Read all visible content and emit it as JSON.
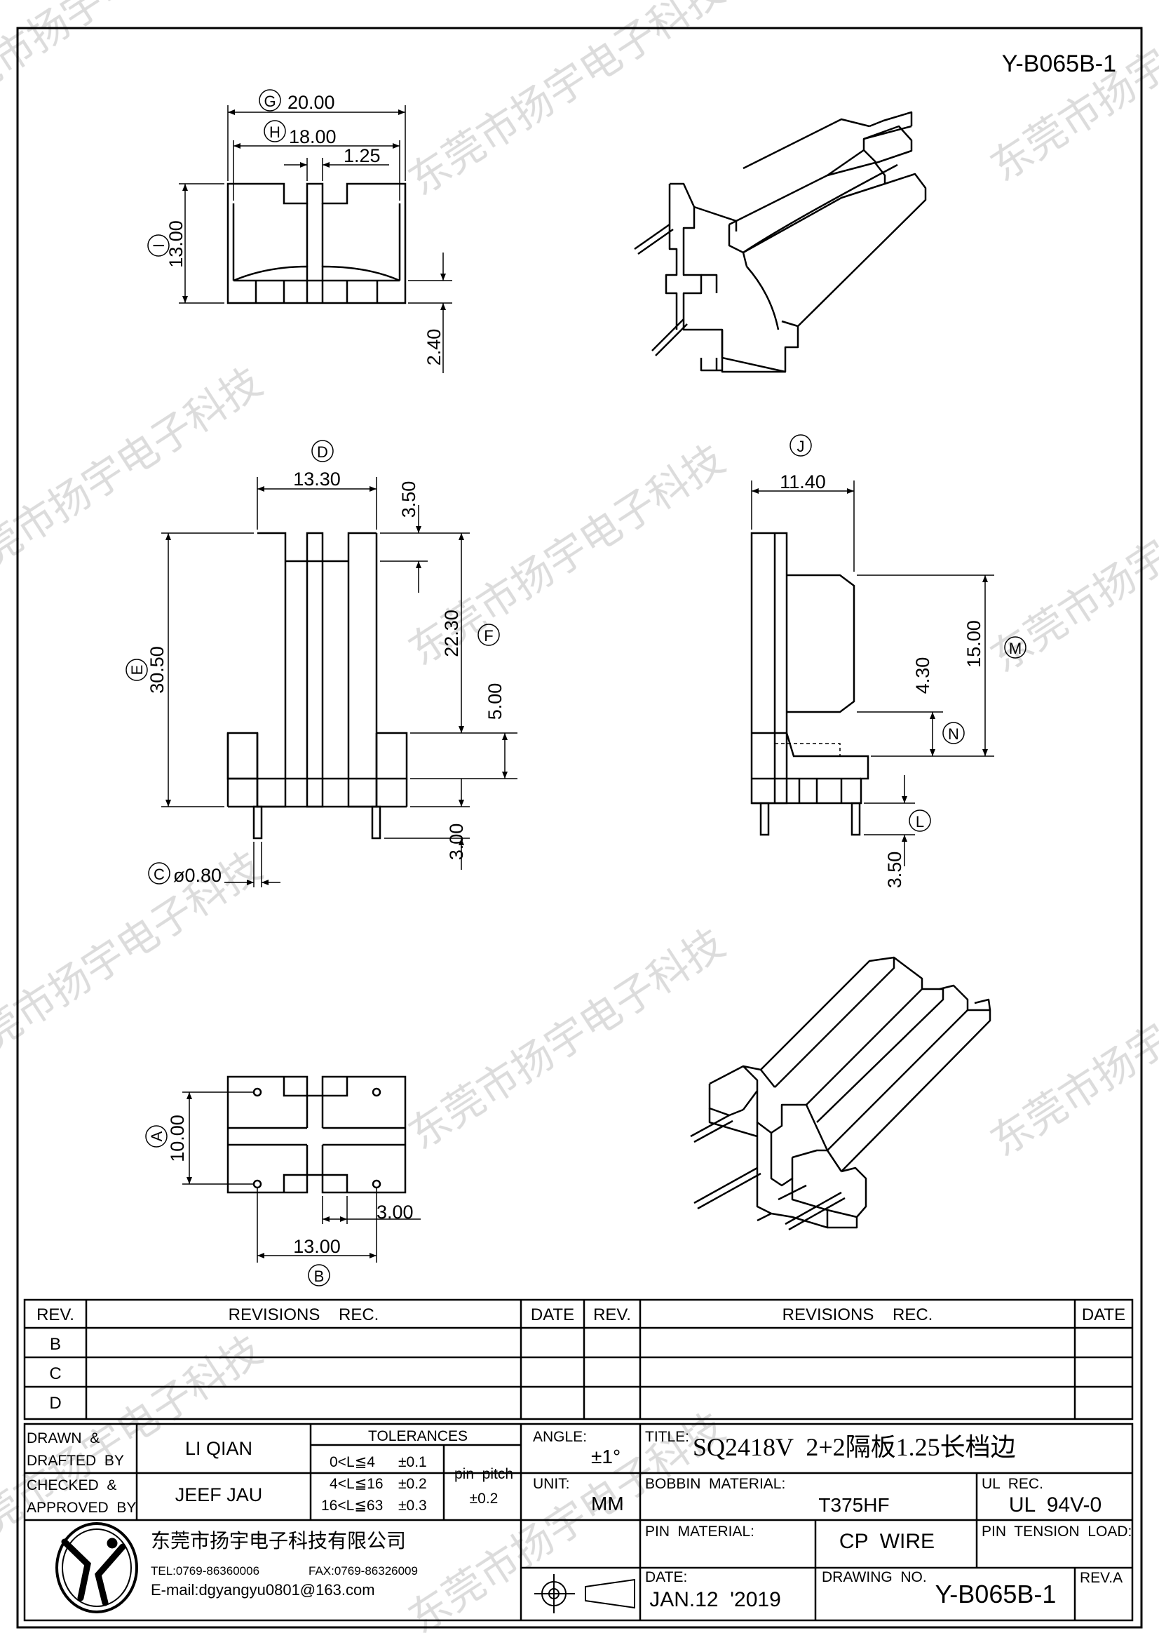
{
  "drawing": {
    "number_top": "Y-B065B-1",
    "watermark_text": "东莞市扬宇电子科技"
  },
  "top_view": {
    "dim_g": {
      "label": "G",
      "value": "20.00"
    },
    "dim_h": {
      "label": "H",
      "value": "18.00"
    },
    "dim_slot": "1.25",
    "dim_i": {
      "label": "I",
      "value": "13.00"
    },
    "dim_base": "2.40"
  },
  "front_view": {
    "dim_d": {
      "label": "D",
      "value": "13.30"
    },
    "dim_top": "3.50",
    "dim_e": {
      "label": "E",
      "value": "30.50"
    },
    "dim_f": {
      "label": "F",
      "value": "22.30"
    },
    "dim_flange": "5.00",
    "dim_pin": "3.00",
    "dim_c": {
      "label": "C",
      "value": "ø0.80"
    }
  },
  "side_view": {
    "dim_j": {
      "label": "J",
      "value": "11.40"
    },
    "dim_m": {
      "label": "M",
      "value": "15.00"
    },
    "dim_n": {
      "label": "N",
      "value": "4.30"
    },
    "dim_l": {
      "label": "L",
      "value": "3.50"
    }
  },
  "bottom_view": {
    "dim_a": {
      "label": "A",
      "value": "10.00"
    },
    "dim_slot": "3.00",
    "dim_b": {
      "label": "B",
      "value": "13.00"
    }
  },
  "revision_table": {
    "headers": {
      "rev": "REV.",
      "rec": "REVISIONS    REC.",
      "date": "DATE"
    },
    "rows": [
      "B",
      "C",
      "D"
    ]
  },
  "title_block": {
    "drawn_label_1": "DRAWN  &",
    "drawn_label_2": "DRAFTED  BY",
    "drawn_name": "LI QIAN",
    "checked_label_1": "CHECKED  &",
    "checked_label_2": "APPROVED  BY",
    "checked_name": "JEEF JAU",
    "tolerances_label": "TOLERANCES",
    "tol_rows": [
      {
        "range": "0<L≦4",
        "value": "±0.1"
      },
      {
        "range": "4<L≦16",
        "value": "±0.2"
      },
      {
        "range": "16<L≦63",
        "value": "±0.3"
      }
    ],
    "pin_pitch_label": "pin  pitch",
    "pin_pitch_value": "±0.2",
    "angle_label": "ANGLE:",
    "angle_value": "±1°",
    "unit_label": "UNIT:",
    "unit_value": "MM",
    "title_label": "TITLE:",
    "title_value": "SQ2418V  2+2隔板1.25长档边",
    "bobbin_label": "BOBBIN  MATERIAL:",
    "bobbin_value": "T375HF",
    "ul_label": "UL  REC.",
    "ul_value": "UL  94V-0",
    "pin_material_label": "PIN  MATERIAL:",
    "pin_material_value": "CP  WIRE",
    "pin_tension_label": "PIN  TENSION  LOAD:",
    "date_label": "DATE:",
    "date_value": "JAN.12  '2019",
    "drawing_no_label": "DRAWING  NO.",
    "drawing_no_value": "Y-B065B-1",
    "rev_label": "REV.A",
    "company": "东莞市扬宇电子科技有限公司",
    "tel": "TEL:0769-86360006",
    "fax": "FAX:0769-86326009",
    "email": "E-mail:dgyangyu0801@163.com"
  }
}
